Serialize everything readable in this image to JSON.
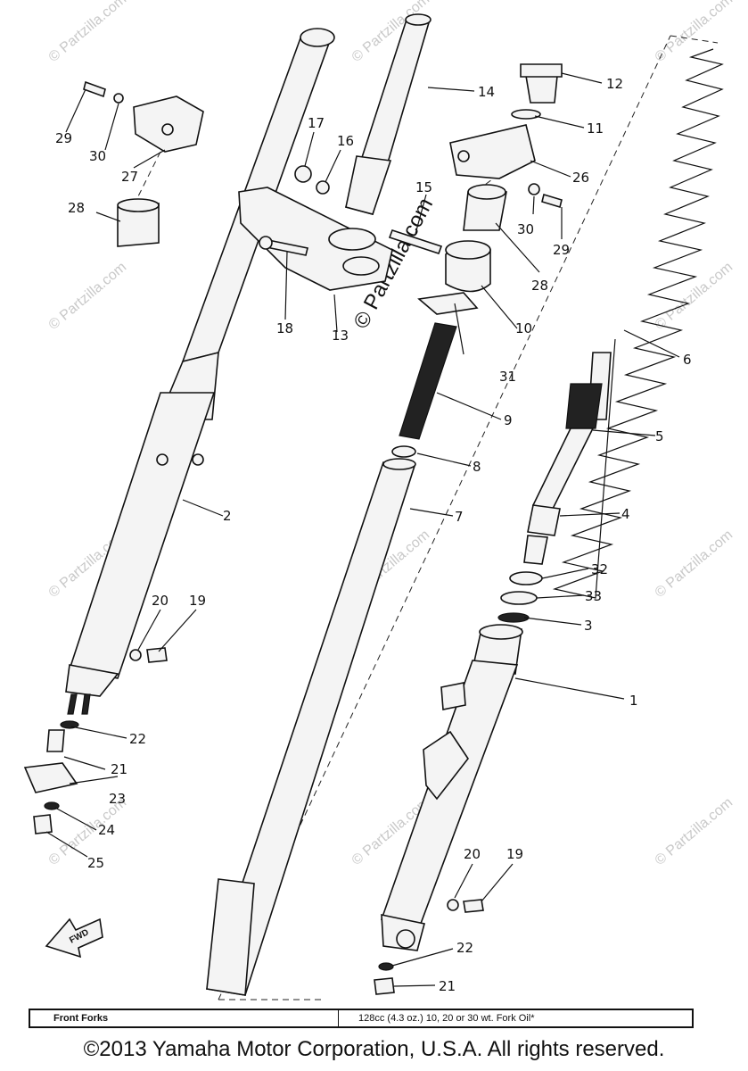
{
  "diagram": {
    "callouts": [
      "1",
      "2",
      "3",
      "4",
      "5",
      "6",
      "7",
      "8",
      "9",
      "10",
      "11",
      "12",
      "13",
      "14",
      "15",
      "16",
      "17",
      "18",
      "19",
      "20",
      "21",
      "22",
      "23",
      "24",
      "25",
      "26",
      "27",
      "28",
      "29",
      "30",
      "31",
      "32",
      "33",
      "19",
      "20",
      "21",
      "22",
      "28",
      "29",
      "30"
    ],
    "watermark": "© Partzilla.com",
    "center_watermark": "© Partzilla.com",
    "fwd_label": "FWD"
  },
  "spec": {
    "title": "Front Forks",
    "note": "128cc (4.3 oz.) 10, 20 or 30 wt. Fork Oil*"
  },
  "copyright": "©2013 Yamaha Motor Corporation, U.S.A. All rights reserved."
}
